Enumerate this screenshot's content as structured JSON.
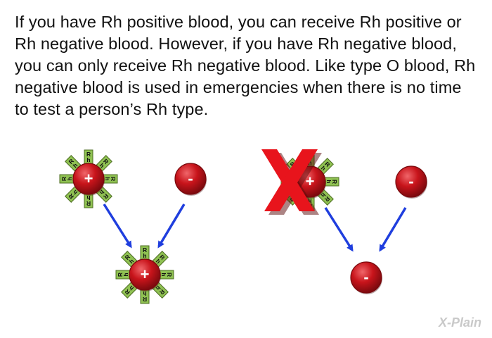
{
  "paragraph": "If you have Rh positive blood, you can receive Rh positive or Rh negative blood. However, if you have Rh negative blood, you can only receive Rh negative blood. Like type O blood, Rh negative blood is used in emergencies when there is no time to test a person’s Rh type.",
  "cells": [
    {
      "id": "left-donor-positive",
      "sign": "+",
      "has_rh": true
    },
    {
      "id": "left-donor-negative",
      "sign": "-",
      "has_rh": false
    },
    {
      "id": "left-recipient-positive",
      "sign": "+",
      "has_rh": true
    },
    {
      "id": "right-donor-positive-crossed",
      "sign": "+",
      "has_rh": true,
      "crossed_out": true
    },
    {
      "id": "right-donor-negative",
      "sign": "-",
      "has_rh": false
    },
    {
      "id": "right-recipient-negative",
      "sign": "-",
      "has_rh": false
    }
  ],
  "antigen_label": "Rh",
  "colors": {
    "cell": "#c8141b",
    "cell_dark": "#7a0a0e",
    "antigen": "#8fc152",
    "arrow": "#1f3ede",
    "cross": "#e8141c"
  },
  "logo_text": "X-Plain"
}
